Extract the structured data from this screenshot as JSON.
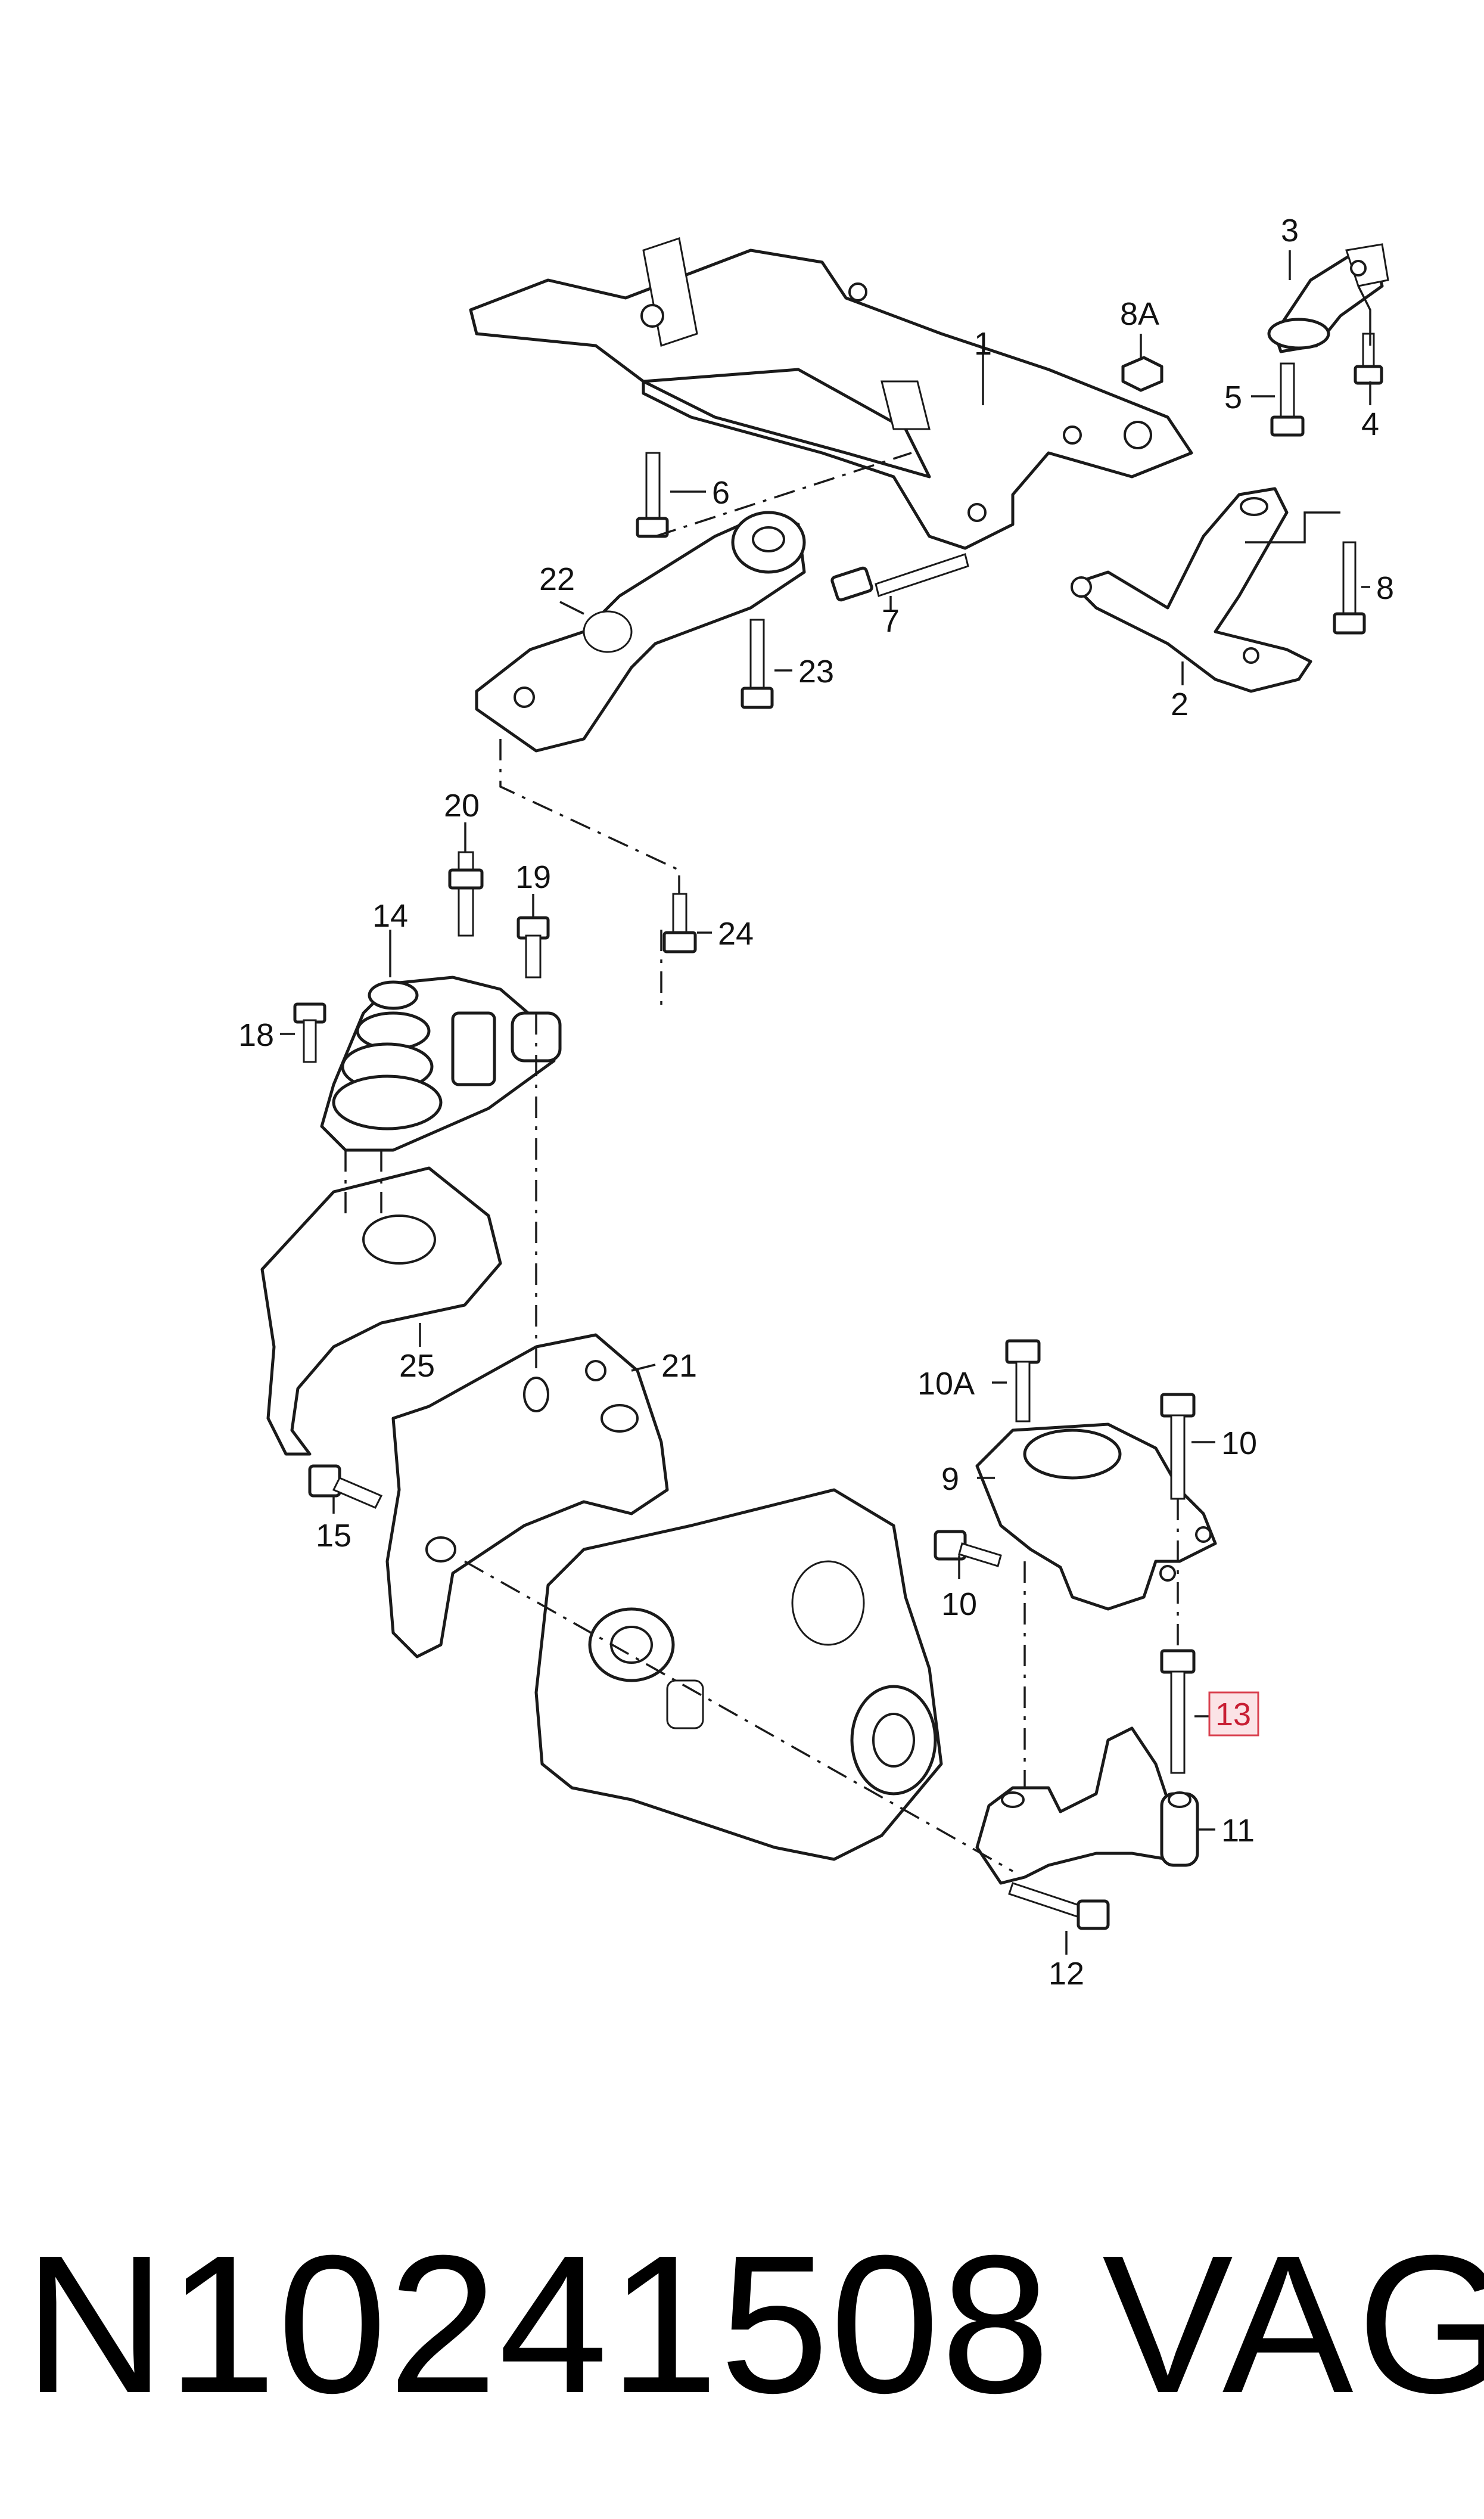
{
  "callouts": {
    "c1": "1",
    "c2": "2",
    "c3": "3",
    "c4": "4",
    "c5": "5",
    "c6": "6",
    "c7": "7",
    "c8": "8",
    "c8a": "8A",
    "c9": "9",
    "c10a": "10A",
    "c10b": "10",
    "c10c": "10",
    "c11": "11",
    "c12": "12",
    "c13": "13",
    "c14": "14",
    "c15": "15",
    "c18": "18",
    "c19": "19",
    "c20": "20",
    "c21": "21",
    "c22": "22",
    "c23": "23",
    "c24": "24",
    "c25": "25"
  },
  "highlighted_callout": "13",
  "footer": {
    "part_number": "N10241508",
    "brand": "VAG"
  },
  "colors": {
    "line": "#1a1a1a",
    "highlight_fill": "#fbe3e6",
    "highlight_stroke": "#d9404f",
    "highlight_text": "#c81e33"
  }
}
